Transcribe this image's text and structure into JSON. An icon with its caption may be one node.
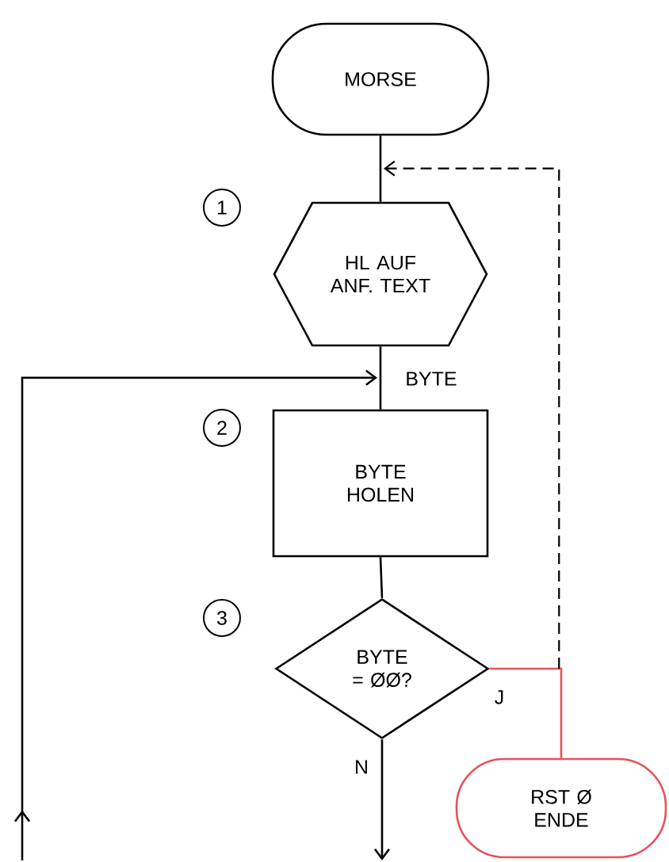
{
  "diagram": {
    "nodes": [
      {
        "text": [
          "MORSE"
        ]
      },
      {
        "text": [
          "HL AUF ANF. TEXT"
        ]
      },
      {
        "text": [
          "BYTE HOLEN"
        ]
      },
      {
        "text": [
          "BYTE = ØØ?"
        ]
      },
      {
        "text": [
          "RST Ø ENDE"
        ]
      }
    ],
    "edges": [
      {
        "from": 0,
        "to": 1,
        "arrow": "none"
      },
      {
        "from": 1,
        "to": 2,
        "arrow": "none",
        "label": "BYTE"
      },
      {
        "from": null,
        "to": 2,
        "arrow": "to"
      },
      {
        "from": 2,
        "to": 3,
        "arrow": "none"
      },
      {
        "from": 3,
        "to": 4,
        "arrow": "none",
        "label": "J",
        "color": "#e8505b"
      },
      {
        "from": 3,
        "to": 1,
        "arrow": "to",
        "style": "dashed"
      },
      {
        "from": 3,
        "to": null,
        "arrow": "to",
        "label": "N"
      }
    ],
    "labels": [
      "1",
      "2",
      "3"
    ]
  }
}
